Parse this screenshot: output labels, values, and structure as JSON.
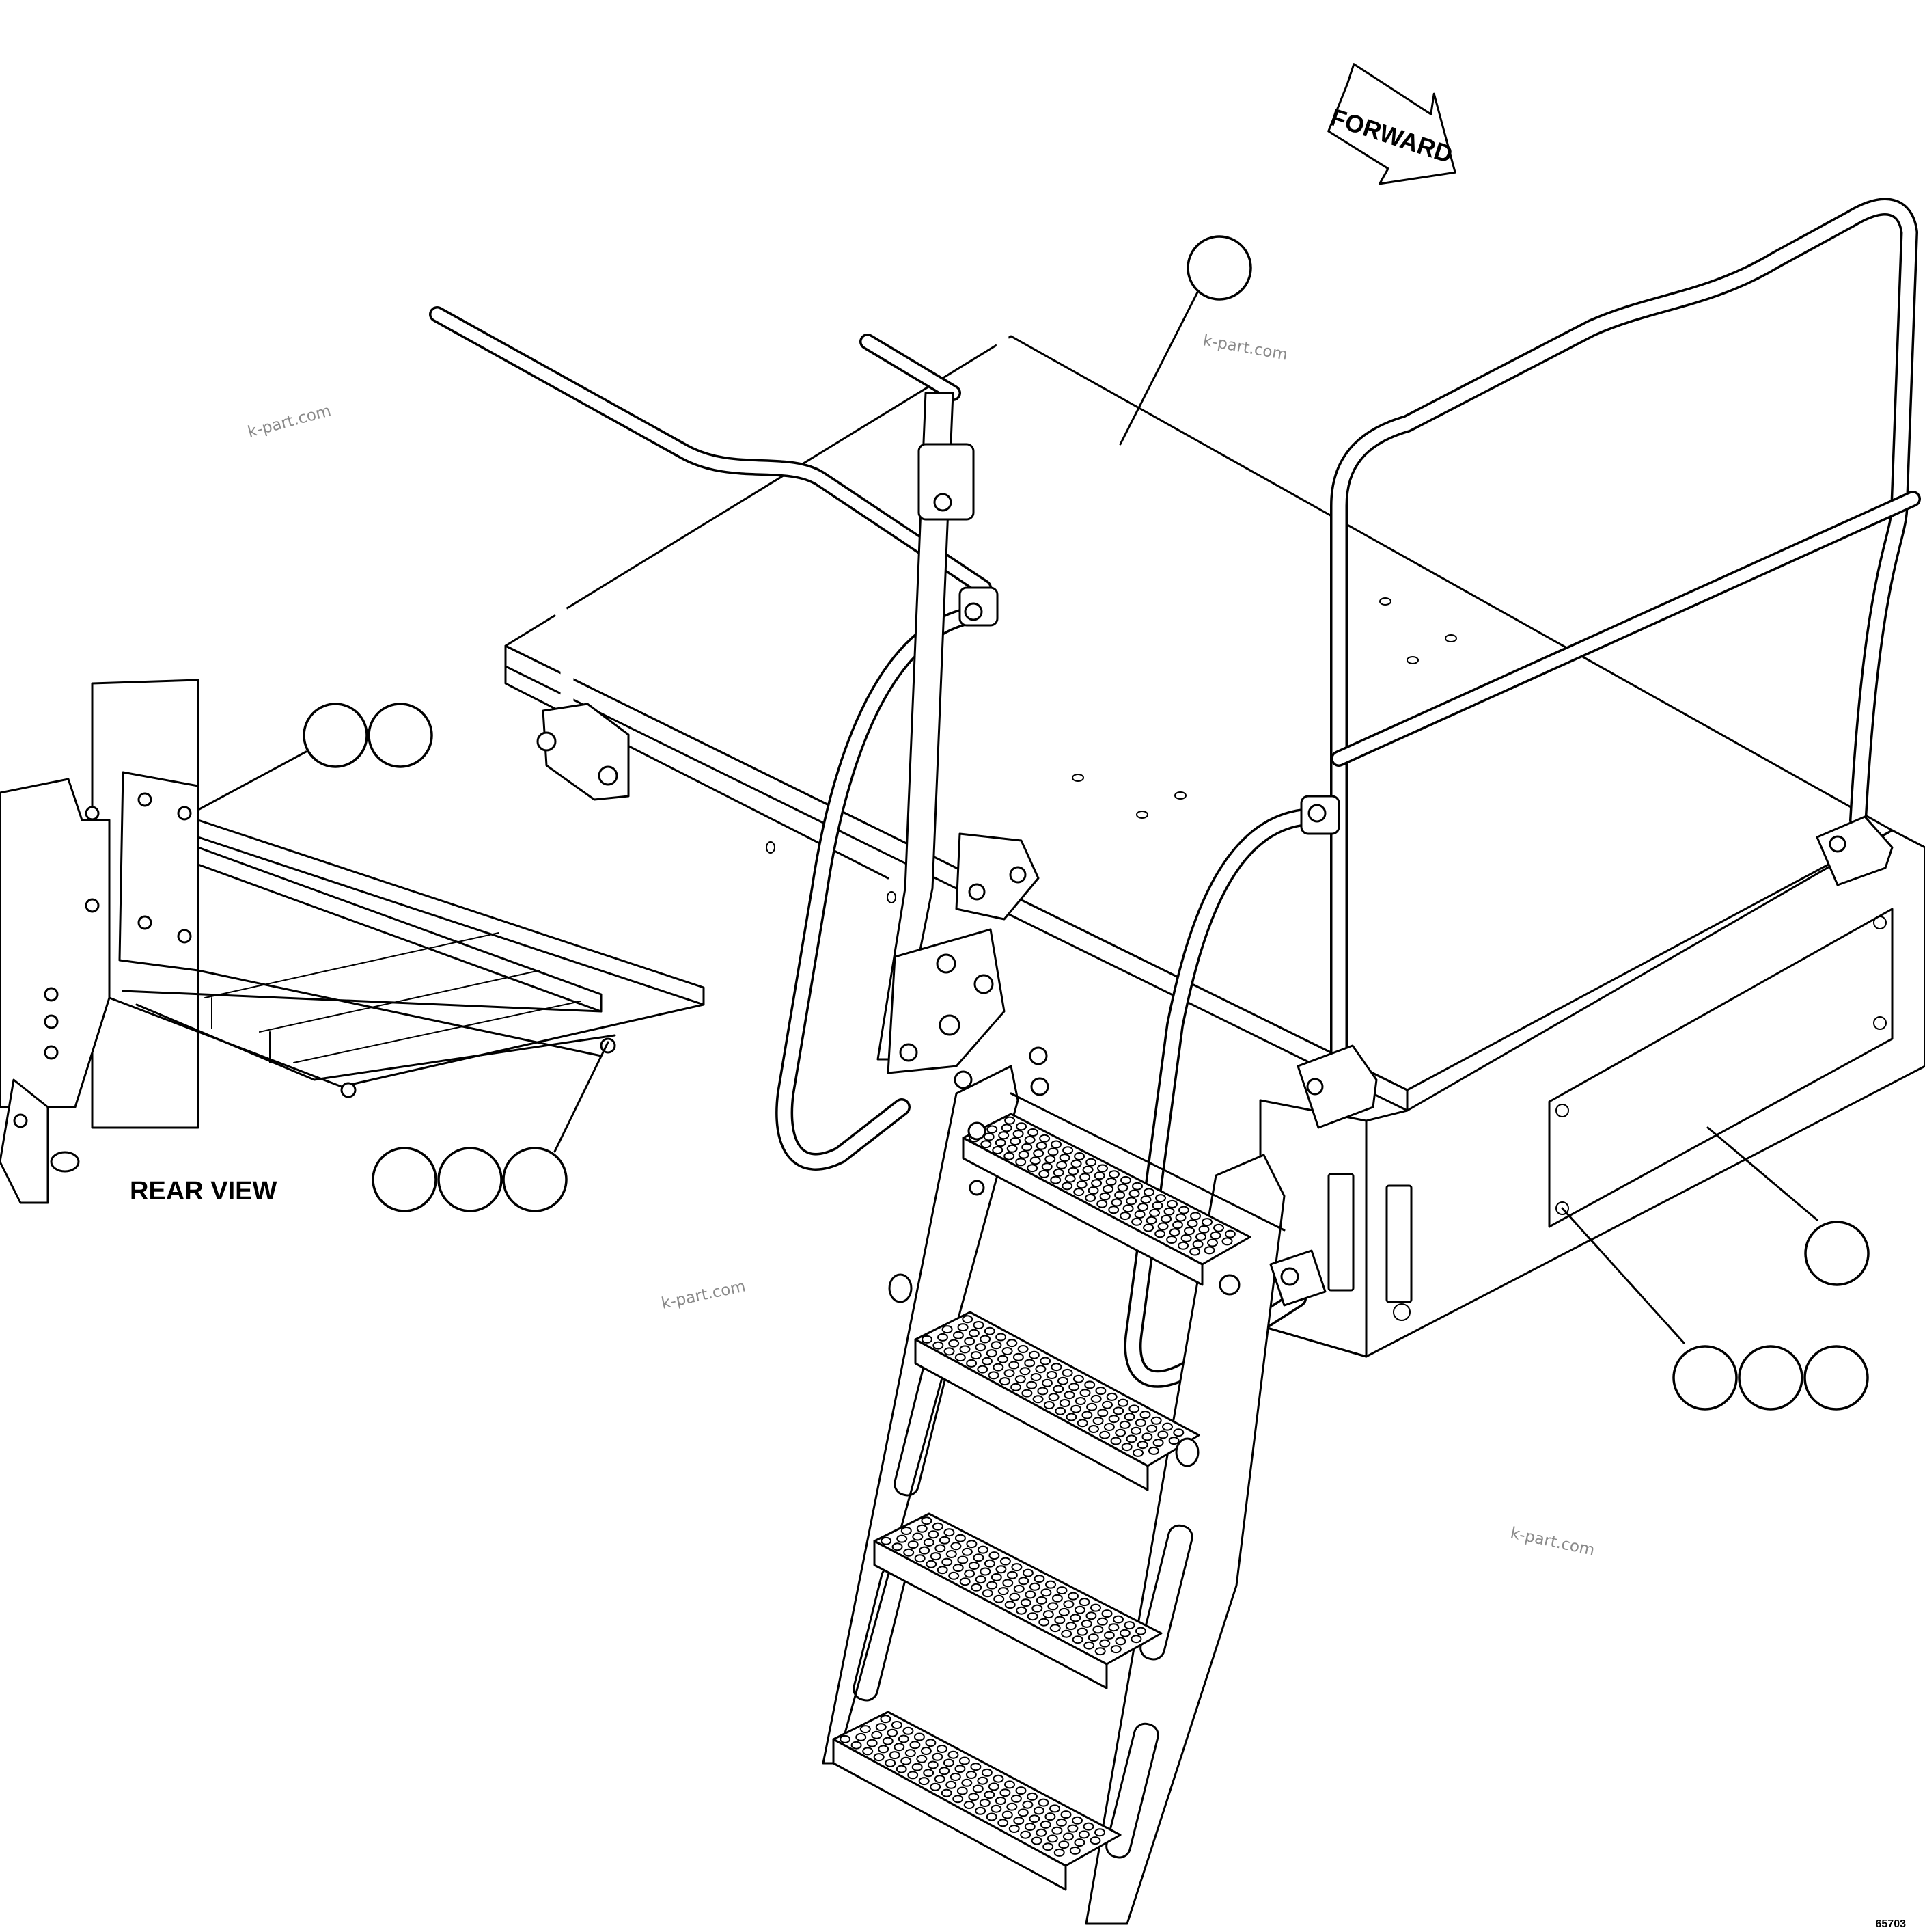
{
  "labels": {
    "forward": "FORWARD",
    "rear_view": "REAR VIEW",
    "drawing_number": "65703"
  },
  "watermark": "k-part.com",
  "colors": {
    "line": "#000000",
    "background": "#ffffff",
    "watermark": "#8a8a8a"
  }
}
